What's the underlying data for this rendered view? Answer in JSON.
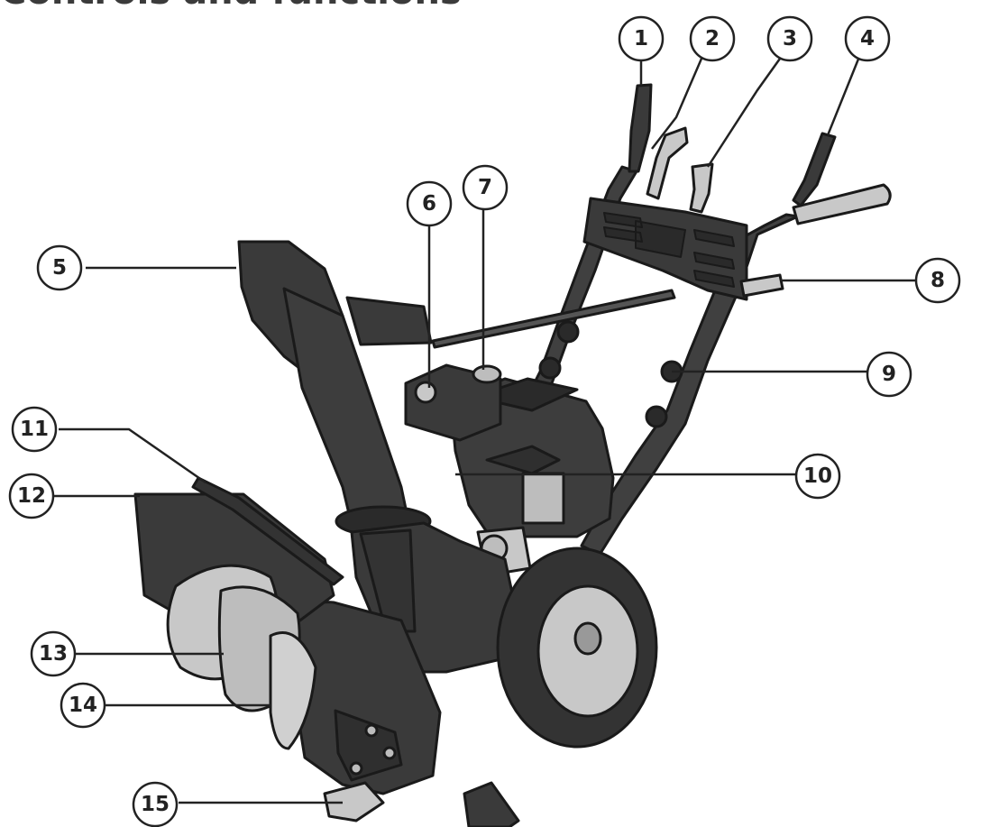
{
  "title": "Controls and functions",
  "callouts": [
    {
      "label": "1"
    },
    {
      "label": "2"
    },
    {
      "label": "3"
    },
    {
      "label": "4"
    },
    {
      "label": "5"
    },
    {
      "label": "6"
    },
    {
      "label": "7"
    },
    {
      "label": "8"
    },
    {
      "label": "9"
    },
    {
      "label": "10"
    },
    {
      "label": "11"
    },
    {
      "label": "12"
    },
    {
      "label": "13"
    },
    {
      "label": "14"
    },
    {
      "label": "15"
    }
  ],
  "colors": {
    "body": "#3d3d3d",
    "body_dark": "#2a2a2a",
    "metal": "#bdbdbd",
    "outline": "#1a1a1a"
  }
}
